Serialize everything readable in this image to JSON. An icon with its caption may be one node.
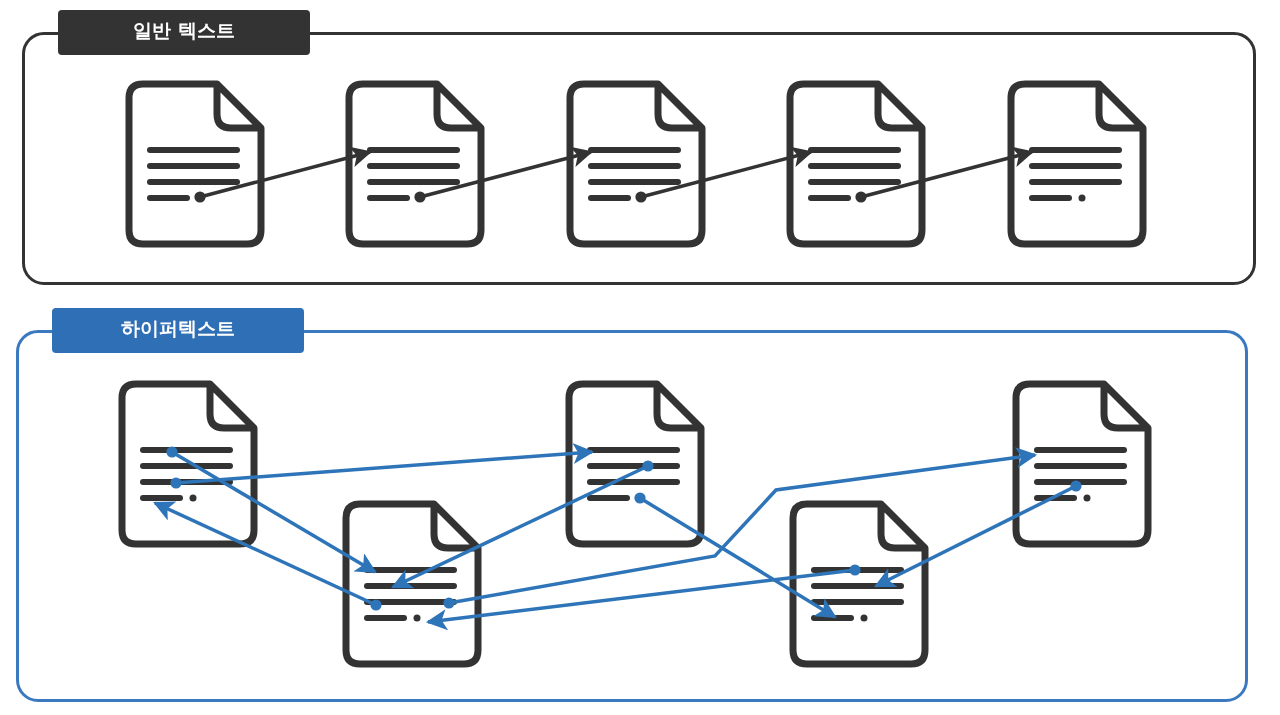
{
  "diagram": {
    "nodes": [
      {
        "text": [
          "일반 텍스트"
        ]
      },
      {
        "text": [],
        "shape": "document",
        "in": 0
      },
      {
        "text": [],
        "shape": "document",
        "in": 0
      },
      {
        "text": [],
        "shape": "document",
        "in": 0
      },
      {
        "text": [],
        "shape": "document",
        "in": 0
      },
      {
        "text": [],
        "shape": "document",
        "in": 0
      },
      {
        "text": [
          "하이퍼텍스트"
        ]
      },
      {
        "text": [],
        "shape": "document",
        "in": 6
      },
      {
        "text": [],
        "shape": "document",
        "in": 6
      },
      {
        "text": [],
        "shape": "document",
        "in": 6
      },
      {
        "text": [],
        "shape": "document",
        "in": 6
      },
      {
        "text": [],
        "shape": "document",
        "in": 6
      }
    ],
    "edges": [
      {
        "from": 1,
        "to": 2,
        "arrow": "to",
        "color": "#333333"
      },
      {
        "from": 2,
        "to": 3,
        "arrow": "to",
        "color": "#333333"
      },
      {
        "from": 3,
        "to": 4,
        "arrow": "to",
        "color": "#333333"
      },
      {
        "from": 4,
        "to": 5,
        "arrow": "to",
        "color": "#333333"
      },
      {
        "from": 7,
        "to": 8,
        "arrow": "to"
      },
      {
        "from": 7,
        "to": 9,
        "arrow": "to"
      },
      {
        "from": 8,
        "to": 7,
        "arrow": "to"
      },
      {
        "from": 9,
        "to": 8,
        "arrow": "to"
      },
      {
        "from": 8,
        "to": 11,
        "arrow": "to"
      },
      {
        "from": 9,
        "to": 10,
        "arrow": "to"
      },
      {
        "from": 10,
        "to": 8,
        "arrow": "to"
      },
      {
        "from": 11,
        "to": 10,
        "arrow": "to"
      }
    ]
  }
}
